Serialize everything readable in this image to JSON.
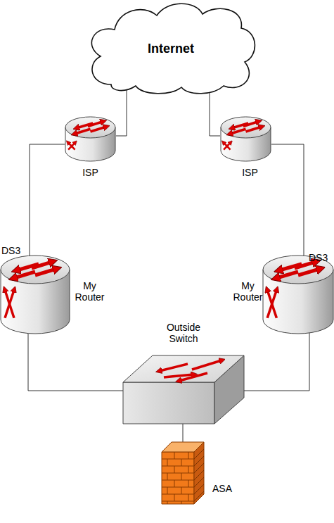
{
  "diagram": {
    "nodes": [
      {
        "text": [
          "Internet"
        ]
      },
      {
        "text": [
          "ISP"
        ]
      },
      {
        "text": [
          "ISP"
        ]
      },
      {
        "text": [
          "DS3",
          "My Router"
        ]
      },
      {
        "text": [
          "DS3",
          "My Router"
        ]
      },
      {
        "text": [
          "Outside Switch"
        ]
      },
      {
        "text": [
          "ASA"
        ]
      }
    ],
    "edges": [
      {
        "from": 0,
        "to": 1,
        "arrow": "none"
      },
      {
        "from": 0,
        "to": 2,
        "arrow": "none"
      },
      {
        "from": 1,
        "to": 3,
        "arrow": "none"
      },
      {
        "from": 2,
        "to": 4,
        "arrow": "none"
      },
      {
        "from": 3,
        "to": 5,
        "arrow": "none"
      },
      {
        "from": 4,
        "to": 5,
        "arrow": "none"
      },
      {
        "from": 5,
        "to": 6,
        "arrow": "none"
      }
    ]
  }
}
